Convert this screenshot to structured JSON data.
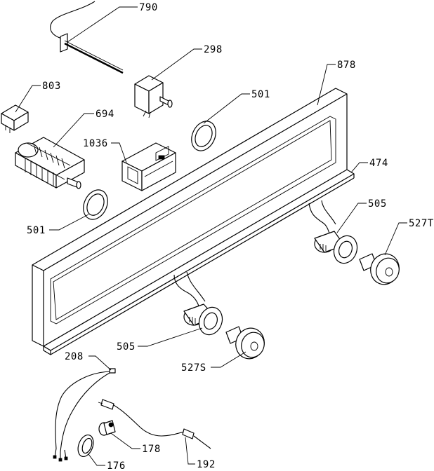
{
  "parts": {
    "p790": "790",
    "p298": "298",
    "p878": "878",
    "p803": "803",
    "p501a": "501",
    "p694": "694",
    "p1036": "1036",
    "p474": "474",
    "p505a": "505",
    "p527T": "527T",
    "p501b": "501",
    "p505b": "505",
    "p527S": "527S",
    "p208": "208",
    "p178": "178",
    "p176": "176",
    "p192": "192"
  }
}
